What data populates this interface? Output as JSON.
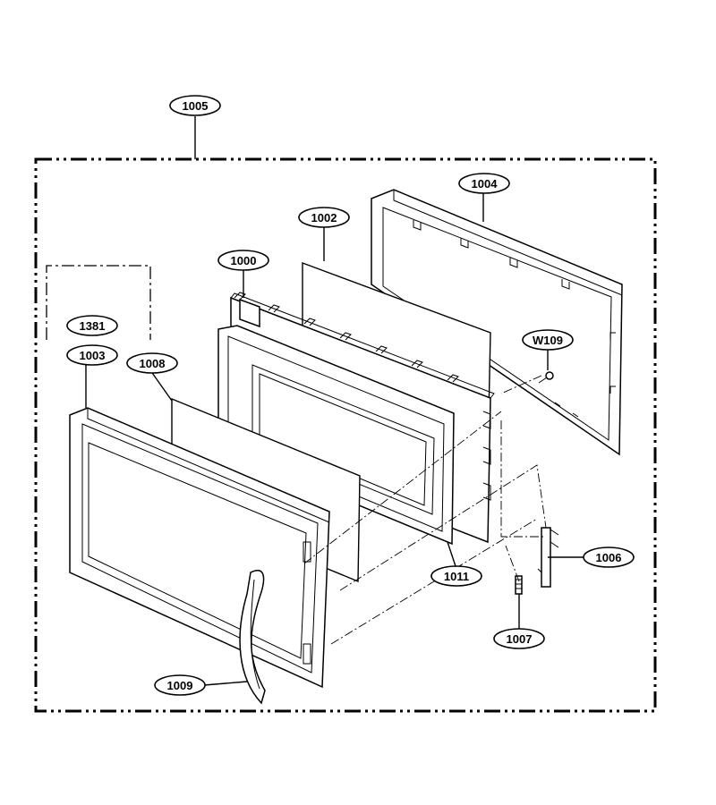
{
  "diagram": {
    "type": "exploded-parts-diagram",
    "colors": {
      "line": "#000000",
      "background": "#ffffff"
    },
    "callouts": [
      {
        "id": "1005",
        "label": "1005"
      },
      {
        "id": "1004",
        "label": "1004"
      },
      {
        "id": "1002",
        "label": "1002"
      },
      {
        "id": "1000",
        "label": "1000"
      },
      {
        "id": "1381",
        "label": "1381"
      },
      {
        "id": "1003",
        "label": "1003"
      },
      {
        "id": "1008",
        "label": "1008"
      },
      {
        "id": "W109",
        "label": "W109"
      },
      {
        "id": "1011",
        "label": "1011"
      },
      {
        "id": "1006",
        "label": "1006"
      },
      {
        "id": "1007",
        "label": "1007"
      },
      {
        "id": "1009",
        "label": "1009"
      }
    ]
  }
}
